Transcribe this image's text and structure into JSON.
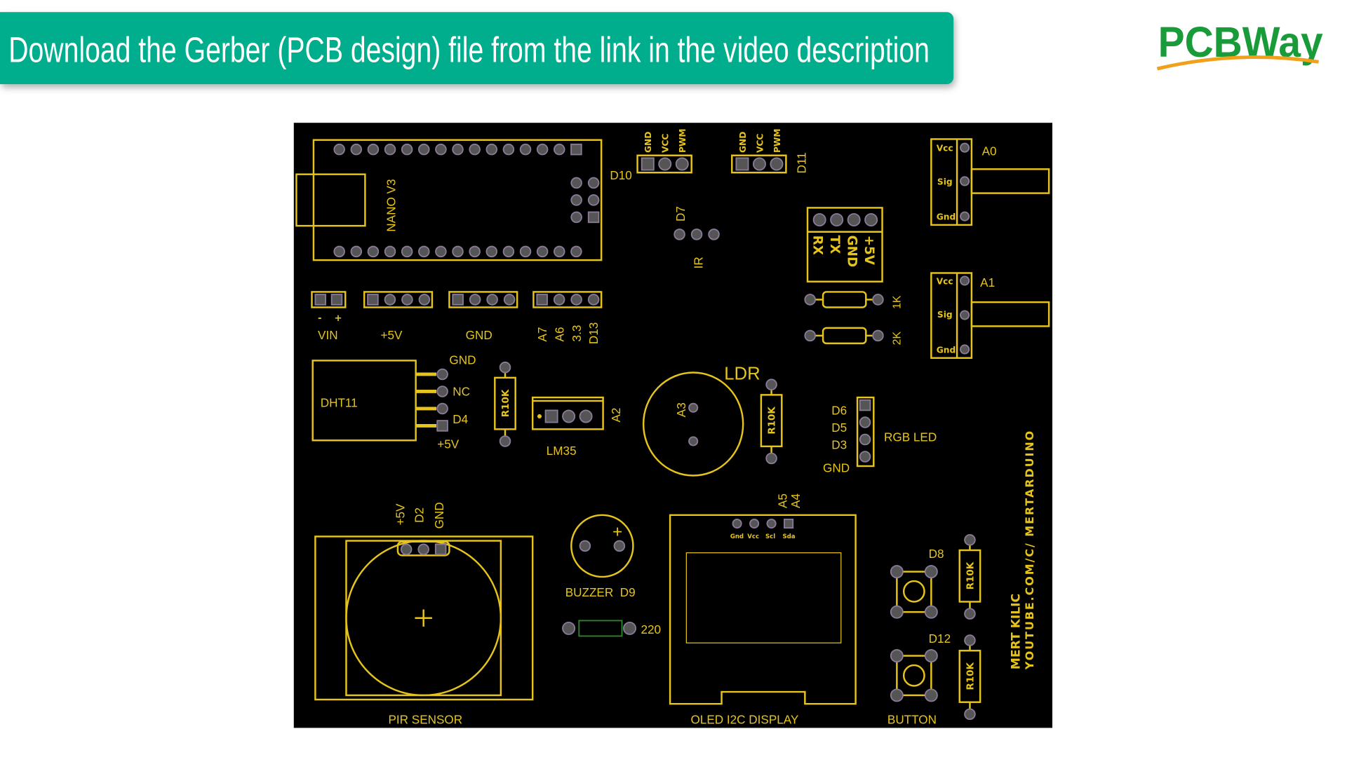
{
  "banner": {
    "text": "Download the Gerber (PCB design) file from the link in the video description",
    "color": "#06ad8c"
  },
  "logo": {
    "text": "PCBWay",
    "color": "#1a9b3a",
    "swoosh_color": "#f0a01a"
  },
  "colors": {
    "board": "#000000",
    "silk": "#e6c41c",
    "pad": "#555555"
  },
  "pcb": {
    "nano": "NANO V3",
    "d10": {
      "label": "D10",
      "pins": [
        "GND",
        "VCC",
        "PWM"
      ]
    },
    "d11": {
      "label": "D11",
      "pins": [
        "GND",
        "VCC",
        "PWM"
      ]
    },
    "ir": {
      "pin": "D7",
      "label": "IR"
    },
    "serial": {
      "pins": [
        "RX",
        "TX",
        "GND",
        "+5V"
      ]
    },
    "r1k": "1K",
    "r2k": "2K",
    "pot_a0": {
      "label": "A0",
      "pins": [
        "Vcc",
        "Sig",
        "Gnd"
      ]
    },
    "pot_a1": {
      "label": "A1",
      "pins": [
        "Vcc",
        "Sig",
        "Gnd"
      ]
    },
    "headers": {
      "vin": "VIN",
      "vin_minus": "-",
      "vin_plus": "+",
      "v5": "+5V",
      "gnd": "GND",
      "analog": [
        "A7",
        "A6",
        "3.3",
        "D13"
      ]
    },
    "dht11": {
      "label": "DHT11",
      "pins": [
        "GND",
        "NC",
        "D4",
        "+5V"
      ]
    },
    "r10k": "R10K",
    "lm35": {
      "label": "LM35",
      "pin": "A2"
    },
    "ldr": {
      "label": "LDR",
      "pin": "A3"
    },
    "rgb": {
      "label": "RGB LED",
      "pins": [
        "D6",
        "D5",
        "D3",
        "GND"
      ]
    },
    "pir": {
      "label": "PIR SENSOR",
      "pins": [
        "+5V",
        "D2",
        "GND"
      ]
    },
    "buzzer": {
      "label": "BUZZER  D9",
      "plus": "+"
    },
    "r220": "220",
    "oled": {
      "label": "OLED I2C DISPLAY",
      "pins": [
        "Gnd",
        "Vcc",
        "Scl",
        "Sda"
      ],
      "addr": [
        "A5",
        "A4"
      ]
    },
    "buttons": {
      "label": "BUTTON",
      "b1": "D8",
      "b2": "D12"
    },
    "credit": {
      "name": "MERT KILIC",
      "url": "YOUTUBE.COM/C/ MERTARDUINO"
    }
  }
}
